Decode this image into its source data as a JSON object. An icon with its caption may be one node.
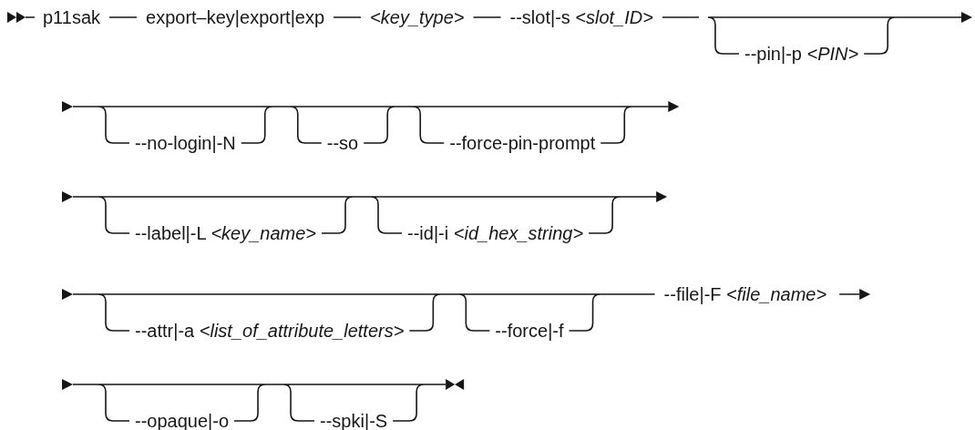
{
  "diagram": {
    "labels": [
      "p11sak",
      "export–key|export|exp",
      "<key_type>",
      "--slot|-s *<slot_ID>*",
      "--pin|-p *<PIN>*",
      "--no-login|-N",
      "--so",
      "--force-pin-prompt",
      "--label|-L *<key_name>*",
      "--id|-i *<id_hex_string>*",
      "--attr|-a *<list_of_attribute_letters>*",
      "--force|-f",
      "--file|-F *<file_name>*",
      "--opaque|-o",
      "--spki|-S"
    ]
  }
}
